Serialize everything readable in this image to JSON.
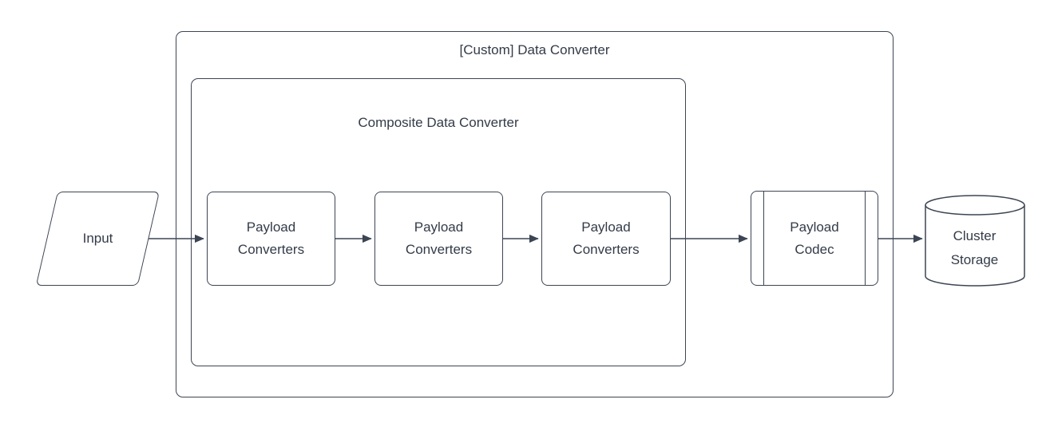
{
  "colors": {
    "stroke": "#3c4553",
    "text": "#333b48",
    "background": "#ffffff"
  },
  "containers": {
    "custom_data_converter": {
      "label": "[Custom] Data Converter"
    },
    "composite_data_converter": {
      "label": "Composite Data Converter"
    }
  },
  "nodes": {
    "input": {
      "label": "Input",
      "shape": "parallelogram"
    },
    "payload_converter_1": {
      "label": "Payload\nConverters",
      "shape": "rounded-rectangle"
    },
    "payload_converter_2": {
      "label": "Payload\nConverters",
      "shape": "rounded-rectangle"
    },
    "payload_converter_3": {
      "label": "Payload\nConverters",
      "shape": "rounded-rectangle"
    },
    "payload_codec": {
      "label": "Payload\nCodec",
      "shape": "predefined-process"
    },
    "cluster_storage": {
      "label": "Cluster\nStorage",
      "shape": "cylinder"
    }
  },
  "connections": [
    {
      "from": "input",
      "to": "payload_converter_1"
    },
    {
      "from": "payload_converter_1",
      "to": "payload_converter_2"
    },
    {
      "from": "payload_converter_2",
      "to": "payload_converter_3"
    },
    {
      "from": "payload_converter_3",
      "to": "payload_codec"
    },
    {
      "from": "payload_codec",
      "to": "cluster_storage"
    }
  ]
}
